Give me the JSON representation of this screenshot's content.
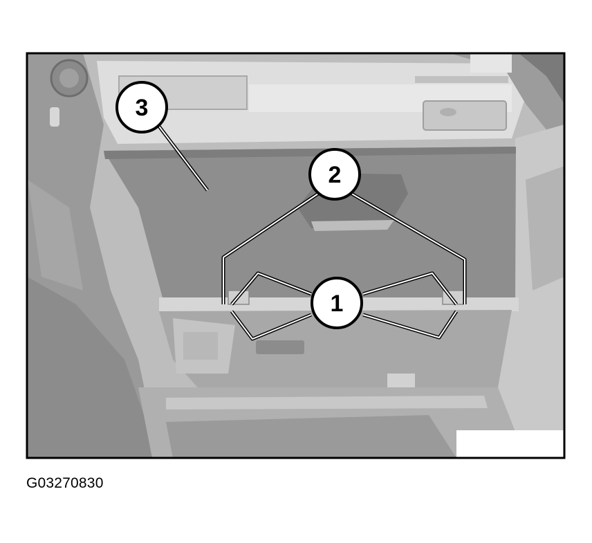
{
  "callouts": [
    {
      "id": "callout-1",
      "number": "1"
    },
    {
      "id": "callout-2",
      "number": "2"
    },
    {
      "id": "callout-3",
      "number": "3"
    }
  ],
  "caption": "G03270830"
}
